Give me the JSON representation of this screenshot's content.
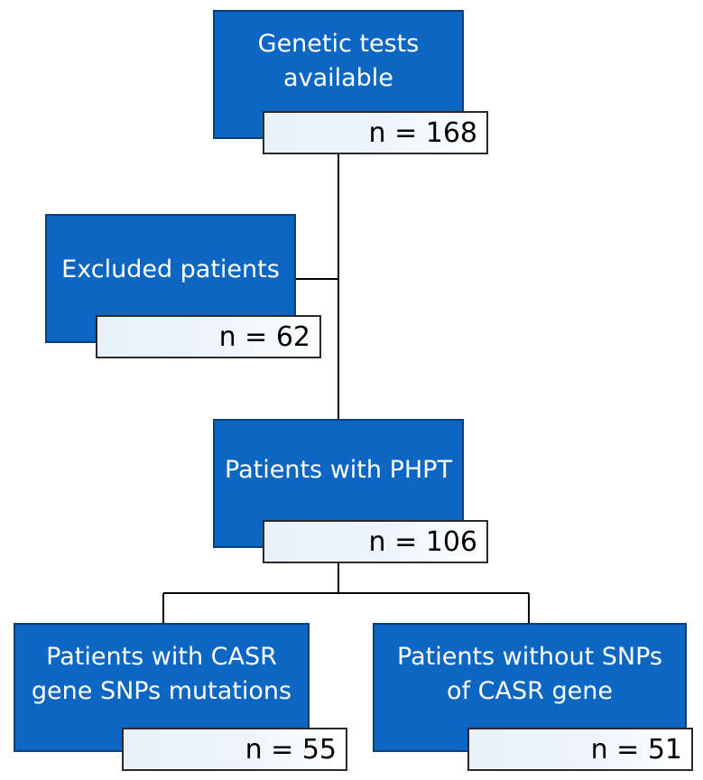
{
  "diagram": {
    "nodes": [
      {
        "id": "genetic-tests",
        "label": "Genetic tests\navailable",
        "count": "n = 168"
      },
      {
        "id": "excluded",
        "label": "Excluded patients",
        "count": "n = 62"
      },
      {
        "id": "phpt",
        "label": "Patients with PHPT",
        "count": "n = 106"
      },
      {
        "id": "casr-snps",
        "label": "Patients with CASR\ngene SNPs mutations",
        "count": "n = 55"
      },
      {
        "id": "no-snps",
        "label": "Patients without SNPs\nof CASR gene",
        "count": "n = 51"
      }
    ],
    "edges": [
      {
        "from": "genetic-tests",
        "to": "excluded"
      },
      {
        "from": "genetic-tests",
        "to": "phpt"
      },
      {
        "from": "phpt",
        "to": "casr-snps"
      },
      {
        "from": "phpt",
        "to": "no-snps"
      }
    ],
    "colors": {
      "box_fill": "#0d67c2",
      "box_border": "#0c3f77",
      "line": "#000000"
    }
  }
}
